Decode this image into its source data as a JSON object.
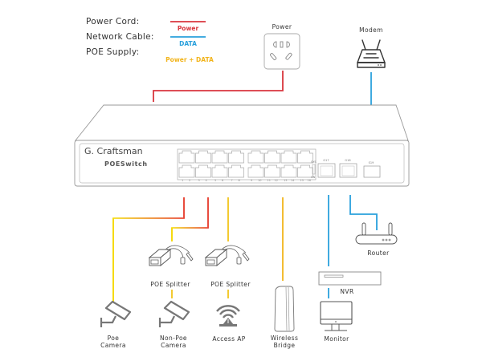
{
  "legend": {
    "items": [
      {
        "label": "Power Cord:",
        "tag": "Power",
        "color": "#d9363e"
      },
      {
        "label": "Network Cable:",
        "tag": "DATA",
        "color": "#2aa0dc"
      },
      {
        "label": "POE Supply:",
        "tag": "Power + DATA",
        "color_start": "#f5d90a",
        "color_end": "#e8483a",
        "tag_color": "#f2b41c"
      }
    ]
  },
  "colors": {
    "power": "#d9363e",
    "data": "#2aa0dc",
    "poe": "#f2c41a",
    "poe_gradient_end": "#e8483a"
  },
  "switch": {
    "brand": "G. Craftsman",
    "model": "POESwitch",
    "port_numbers": [
      "1",
      "2",
      "3",
      "4",
      "5",
      "6",
      "7",
      "8",
      "9",
      "10",
      "11",
      "12",
      "13",
      "14",
      "15",
      "16"
    ],
    "led_top": "SYS",
    "led_bottom": "ON",
    "uplink_1": "G17",
    "uplink_2": "G18",
    "sfp": "S19"
  },
  "devices": {
    "power_outlet": "Power",
    "modem": "Modem",
    "router": "Router",
    "nvr": "NVR",
    "monitor": "Monitor",
    "wireless_bridge_line1": "Wireless",
    "wireless_bridge_line2": "Bridge",
    "access_ap": "Access AP",
    "poe_splitter_1": "POE Splitter",
    "poe_splitter_2": "POE Splitter",
    "poe_camera_line1": "Poe",
    "poe_camera_line2": "Camera",
    "nonpoe_camera_line1": "Non-Poe",
    "nonpoe_camera_line2": "Camera"
  }
}
